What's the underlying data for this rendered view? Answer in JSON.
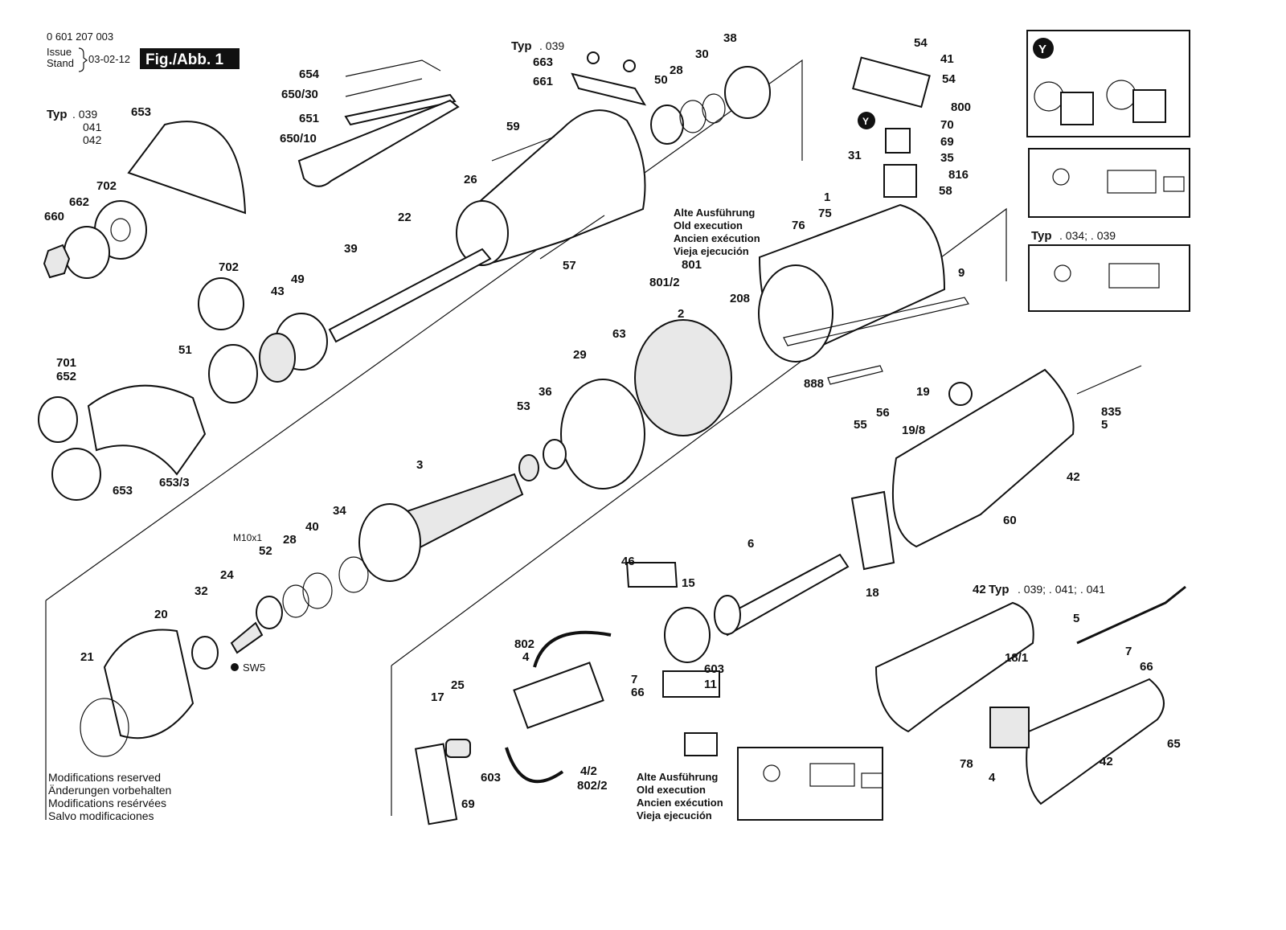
{
  "header": {
    "doc_number": "0 601 207 003",
    "issue_label": "Issue",
    "stand_label": "Stand",
    "date": "03-02-12",
    "figure_badge": "Fig./Abb. 1"
  },
  "modifications_note": [
    "Modifications reserved",
    "Änderungen vorbehalten",
    "Modifications resérvées",
    "Salvo modificaciones"
  ],
  "old_execution_note": [
    "Alte Ausführung",
    "Old execution",
    "Ancien exécution",
    "Vieja ejecución"
  ],
  "type_labels": {
    "typ_word": "Typ",
    "guard_types": [
      ". 039",
      "041",
      "042"
    ],
    "gear_head_type": ". 039",
    "wiring_lower_types": ". 034; . 039",
    "handle_types": ". 039; . 041; . 041"
  },
  "inset_badge": "Y",
  "extra_labels": {
    "thread": "M10x1",
    "sw": "SW5"
  },
  "part_numbers": [
    "654",
    "650/30",
    "651",
    "650/10",
    "653",
    "702",
    "660",
    "662",
    "663",
    "661",
    "59",
    "50",
    "28",
    "30",
    "38",
    "26",
    "22",
    "39",
    "57",
    "702",
    "43",
    "49",
    "701",
    "652",
    "51",
    "653",
    "653/3",
    "54",
    "41",
    "54",
    "800",
    "70",
    "69",
    "35",
    "816",
    "58",
    "31",
    "1",
    "76",
    "75",
    "9",
    "801",
    "801/2",
    "208",
    "2",
    "63",
    "29",
    "36",
    "53",
    "888",
    "3",
    "19",
    "19/8",
    "835",
    "5",
    "55",
    "56",
    "42",
    "60",
    "6",
    "18",
    "34",
    "40",
    "28",
    "52",
    "24",
    "32",
    "20",
    "21",
    "46",
    "15",
    "802",
    "4",
    "7",
    "66",
    "603",
    "11",
    "17",
    "25",
    "603",
    "4/2",
    "802/2",
    "69",
    "42",
    "5",
    "18/1",
    "7",
    "66",
    "65",
    "78",
    "4",
    "42"
  ]
}
